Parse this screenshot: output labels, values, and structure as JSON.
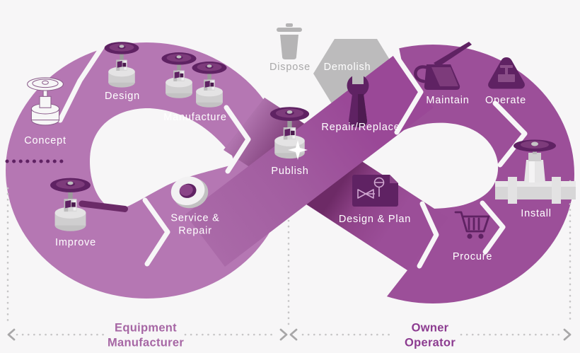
{
  "diagram": {
    "type": "infinity-lifecycle-loop",
    "description": "Valve asset lifecycle figure-eight diagram"
  },
  "stages": [
    {
      "id": "concept",
      "label": "Concept",
      "icon": "outline-valve-icon",
      "loop": "equipment-manufacturer"
    },
    {
      "id": "design",
      "label": "Design",
      "icon": "valve-icon",
      "loop": "equipment-manufacturer"
    },
    {
      "id": "manufacture",
      "label": "Manufacture",
      "icon": "double-valve-icon",
      "loop": "equipment-manufacturer"
    },
    {
      "id": "publish",
      "label": "Publish",
      "icon": "valve-sparkle-icon",
      "loop": "equipment-manufacturer"
    },
    {
      "id": "service-repair",
      "label": "Service & Repair",
      "icon": "tape-roll-icon",
      "loop": "equipment-manufacturer"
    },
    {
      "id": "improve",
      "label": "Improve",
      "icon": "lever-valve-icon",
      "loop": "equipment-manufacturer"
    },
    {
      "id": "design-plan",
      "label": "Design & Plan",
      "icon": "blueprint-document-icon",
      "loop": "owner-operator"
    },
    {
      "id": "procure",
      "label": "Procure",
      "icon": "shopping-cart-icon",
      "loop": "owner-operator"
    },
    {
      "id": "install",
      "label": "Install",
      "icon": "pipeline-valve-icon",
      "loop": "owner-operator"
    },
    {
      "id": "operate",
      "label": "Operate",
      "icon": "detonator-triangle-icon",
      "loop": "owner-operator"
    },
    {
      "id": "maintain",
      "label": "Maintain",
      "icon": "oil-can-icon",
      "loop": "owner-operator"
    },
    {
      "id": "repair-replace",
      "label": "Repair/Replace",
      "icon": "wrench-icon",
      "loop": "owner-operator"
    }
  ],
  "end_of_life": [
    {
      "id": "dispose",
      "label": "Dispose",
      "icon": "trash-can-icon"
    },
    {
      "id": "demolish",
      "label": "Demolish",
      "icon": "hexagon-badge"
    }
  ],
  "regions": [
    {
      "id": "equipment-manufacturer",
      "label": "Equipment Manufacturer"
    },
    {
      "id": "owner-operator",
      "label": "Owner Operator"
    }
  ],
  "colors": {
    "background": "#f7f6f7",
    "manufacturer_loop": "#b577b3",
    "operator_loop": "#9c4f99",
    "crossing_dark": "#6d2a66",
    "accent_dark_purple": "#5f2263",
    "icon_mid_purple": "#7d3b7b",
    "neutral_gray": "#bcbbbc",
    "stage_label_text": "#ffffff",
    "dispose_label_text": "#a9a8a9",
    "region_manufacturer_label": "#a666a4",
    "region_operator_label": "#8c3b90",
    "dotted_guide_gray": "#c6c5c6"
  }
}
